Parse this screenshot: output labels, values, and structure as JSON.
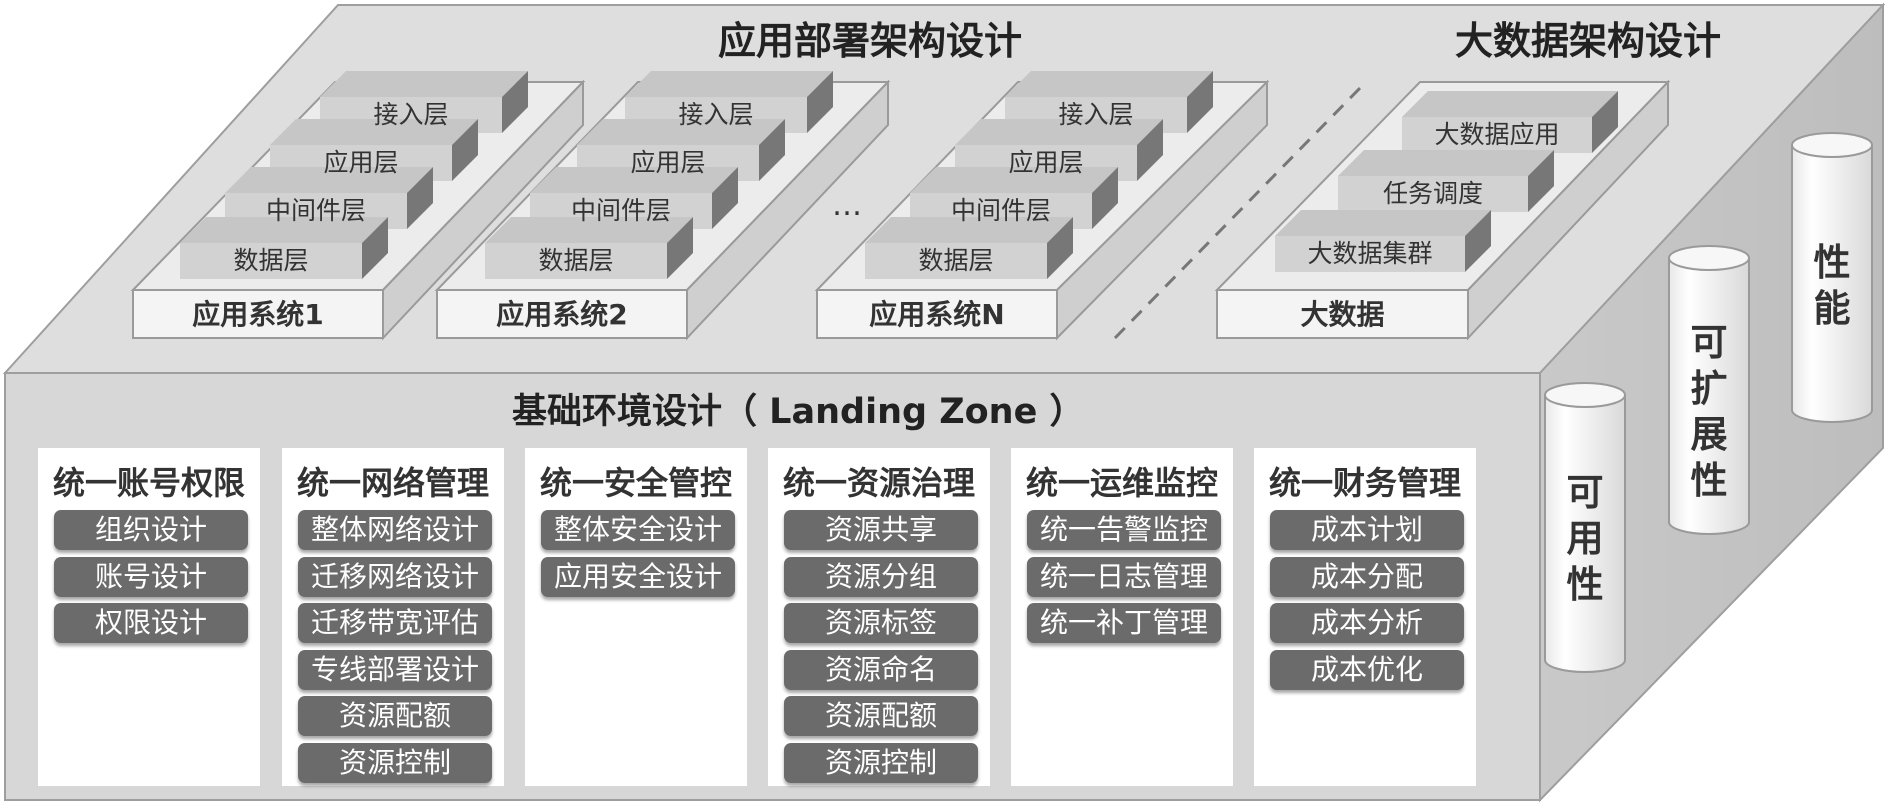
{
  "deploy_title": "应用部署架构设计",
  "bigdata_title": "大数据架构设计",
  "app_systems": [
    {
      "name": "应用系统1",
      "layers": [
        "接入层",
        "应用层",
        "中间件层",
        "数据层"
      ]
    },
    {
      "name": "应用系统2",
      "layers": [
        "接入层",
        "应用层",
        "中间件层",
        "数据层"
      ]
    },
    {
      "name": "应用系统N",
      "layers": [
        "接入层",
        "应用层",
        "中间件层",
        "数据层"
      ]
    }
  ],
  "ellipsis": "…",
  "bigdata": {
    "name": "大数据",
    "layers": [
      "大数据应用",
      "任务调度",
      "大数据集群"
    ]
  },
  "landing_zone_title": "基础环境设计（ Landing Zone ）",
  "columns": [
    {
      "title": "统一账号权限",
      "items": [
        "组织设计",
        "账号设计",
        "权限设计"
      ]
    },
    {
      "title": "统一网络管理",
      "items": [
        "整体网络设计",
        "迁移网络设计",
        "迁移带宽评估",
        "专线部署设计",
        "资源配额",
        "资源控制"
      ]
    },
    {
      "title": "统一安全管控",
      "items": [
        "整体安全设计",
        "应用安全设计"
      ]
    },
    {
      "title": "统一资源治理",
      "items": [
        "资源共享",
        "资源分组",
        "资源标签",
        "资源命名",
        "资源配额",
        "资源控制"
      ]
    },
    {
      "title": "统一运维监控",
      "items": [
        "统一告警监控",
        "统一日志管理",
        "统一补丁管理"
      ]
    },
    {
      "title": "统一财务管理",
      "items": [
        "成本计划",
        "成本分配",
        "成本分析",
        "成本优化"
      ]
    }
  ],
  "pillars": {
    "availability": "可用性",
    "scalability": "可扩展性",
    "performance": "性能"
  }
}
